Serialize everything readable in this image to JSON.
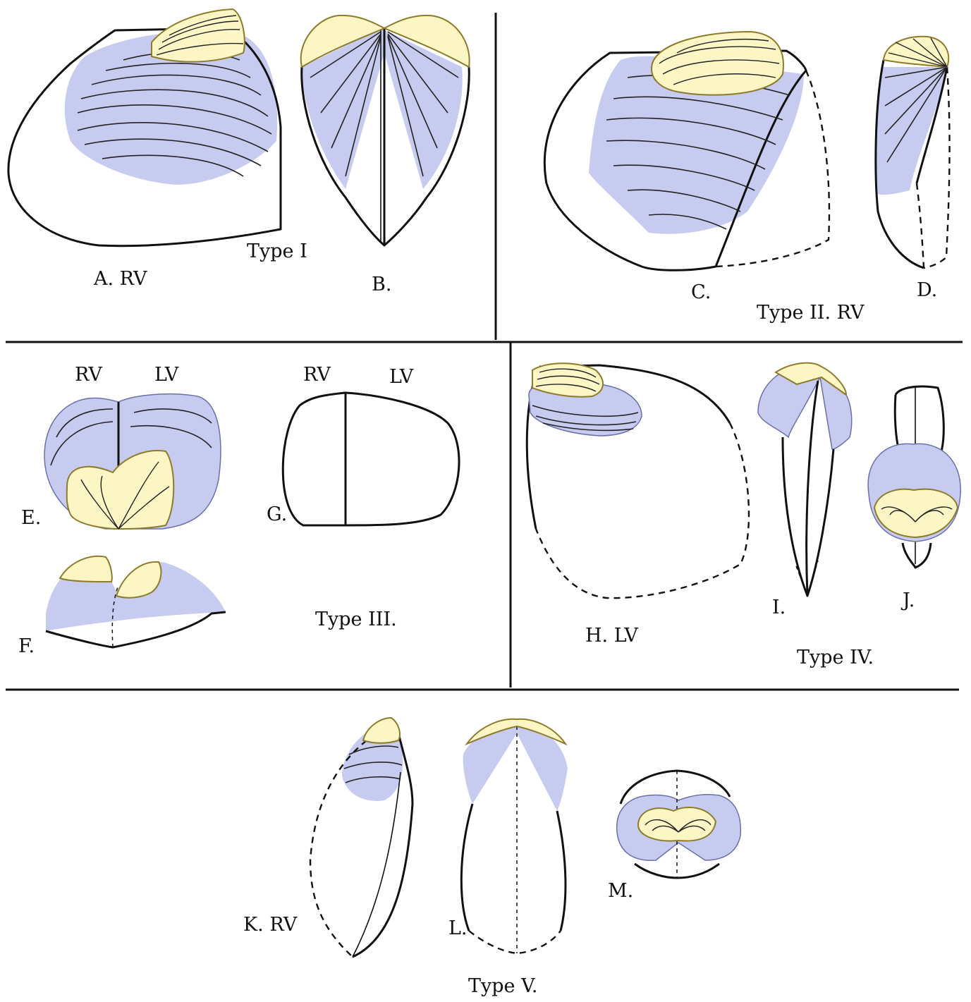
{
  "labels": {
    "A": "A. RV",
    "B": "B.",
    "type1": "Type I",
    "C": "C.",
    "D": "D.",
    "type2": "Type II. RV",
    "E_rv": "RV",
    "E_lv": "LV",
    "E": "E.",
    "F": "F.",
    "G_rv": "RV",
    "G_lv": "LV",
    "G": "G.",
    "type3": "Type III.",
    "H": "H. LV",
    "I": "I.",
    "J": "J.",
    "type4": "Type IV.",
    "K": "K. RV",
    "L": "L.",
    "M": "M.",
    "type5": "Type V."
  },
  "colors": {
    "shell_fill": "#c8cbf0",
    "umbo_fill": "#fbf6c4",
    "umbo_stroke": "#8d7a2a",
    "outline": "#111111"
  }
}
